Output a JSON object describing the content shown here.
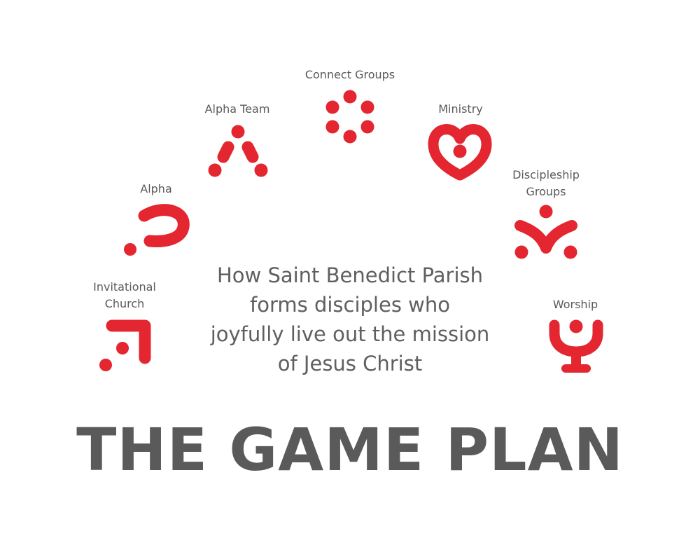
{
  "colors": {
    "accent": "#e3262f",
    "text": "#5a5a5a"
  },
  "steps": [
    {
      "label_lines": [
        "Invitational",
        "Church"
      ],
      "icon": "invitational-church-icon"
    },
    {
      "label_lines": [
        "Alpha"
      ],
      "icon": "question-mark-icon"
    },
    {
      "label_lines": [
        "Alpha Team"
      ],
      "icon": "alpha-team-icon"
    },
    {
      "label_lines": [
        "Connect Groups"
      ],
      "icon": "dot-circle-icon"
    },
    {
      "label_lines": [
        "Ministry"
      ],
      "icon": "heart-icon"
    },
    {
      "label_lines": [
        "Discipleship",
        "Groups"
      ],
      "icon": "discipleship-groups-icon"
    },
    {
      "label_lines": [
        "Worship"
      ],
      "icon": "worship-chalice-icon"
    }
  ],
  "tagline_lines": [
    "How Saint Benedict Parish",
    "forms disciples who",
    "joyfully live out the mission",
    "of Jesus Christ"
  ],
  "headline": "THE GAME PLAN"
}
